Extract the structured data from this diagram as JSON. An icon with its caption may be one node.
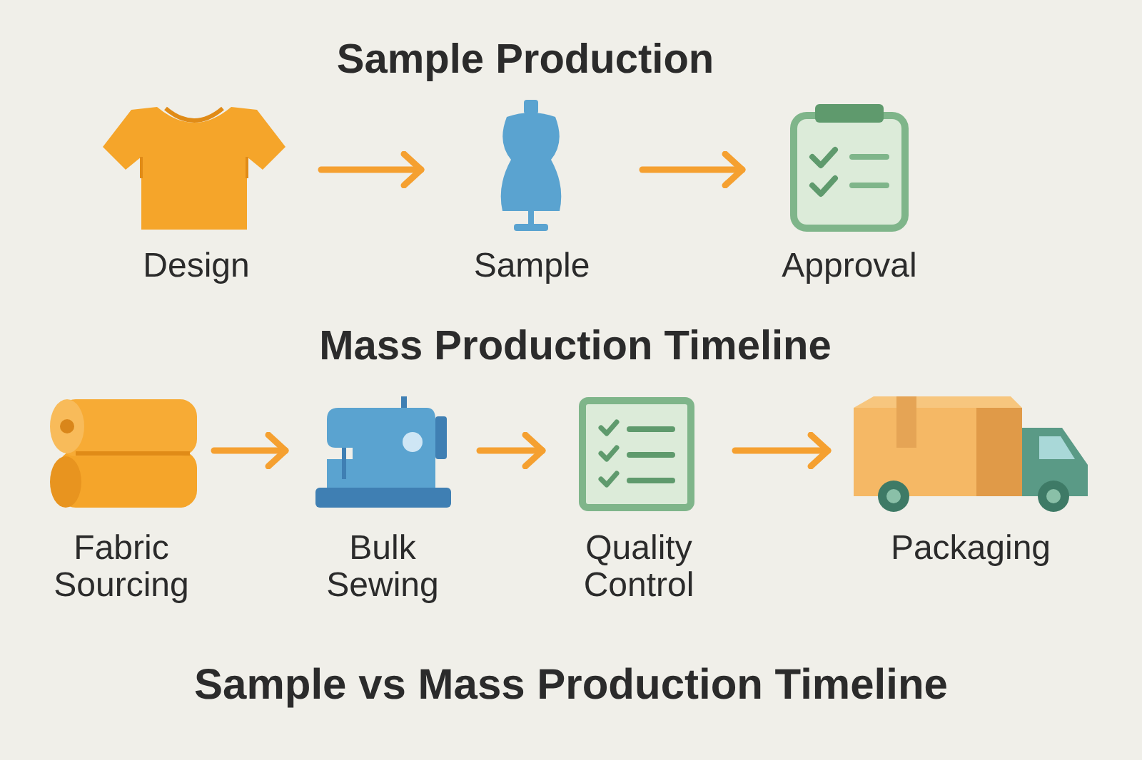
{
  "diagram": {
    "title": "Sample vs Mass Production Timeline",
    "nodes": [
      {
        "text": [
          "Design"
        ]
      },
      {
        "text": [
          "Sample"
        ]
      },
      {
        "text": [
          "Approval"
        ]
      },
      {
        "text": [
          "Fabric Sourcing"
        ]
      },
      {
        "text": [
          "Bulk Sewing"
        ]
      },
      {
        "text": [
          "Quality Control"
        ]
      },
      {
        "text": [
          "Packaging"
        ]
      }
    ],
    "edges": [
      {
        "from": 0,
        "to": 1,
        "arrow": "to"
      },
      {
        "from": 1,
        "to": 2,
        "arrow": "to"
      },
      {
        "from": 3,
        "to": 4,
        "arrow": "to"
      },
      {
        "from": 4,
        "to": 5,
        "arrow": "to"
      },
      {
        "from": 5,
        "to": 6,
        "arrow": "to"
      }
    ],
    "labels": [
      "Sample Production",
      "Mass Production Timeline"
    ]
  }
}
